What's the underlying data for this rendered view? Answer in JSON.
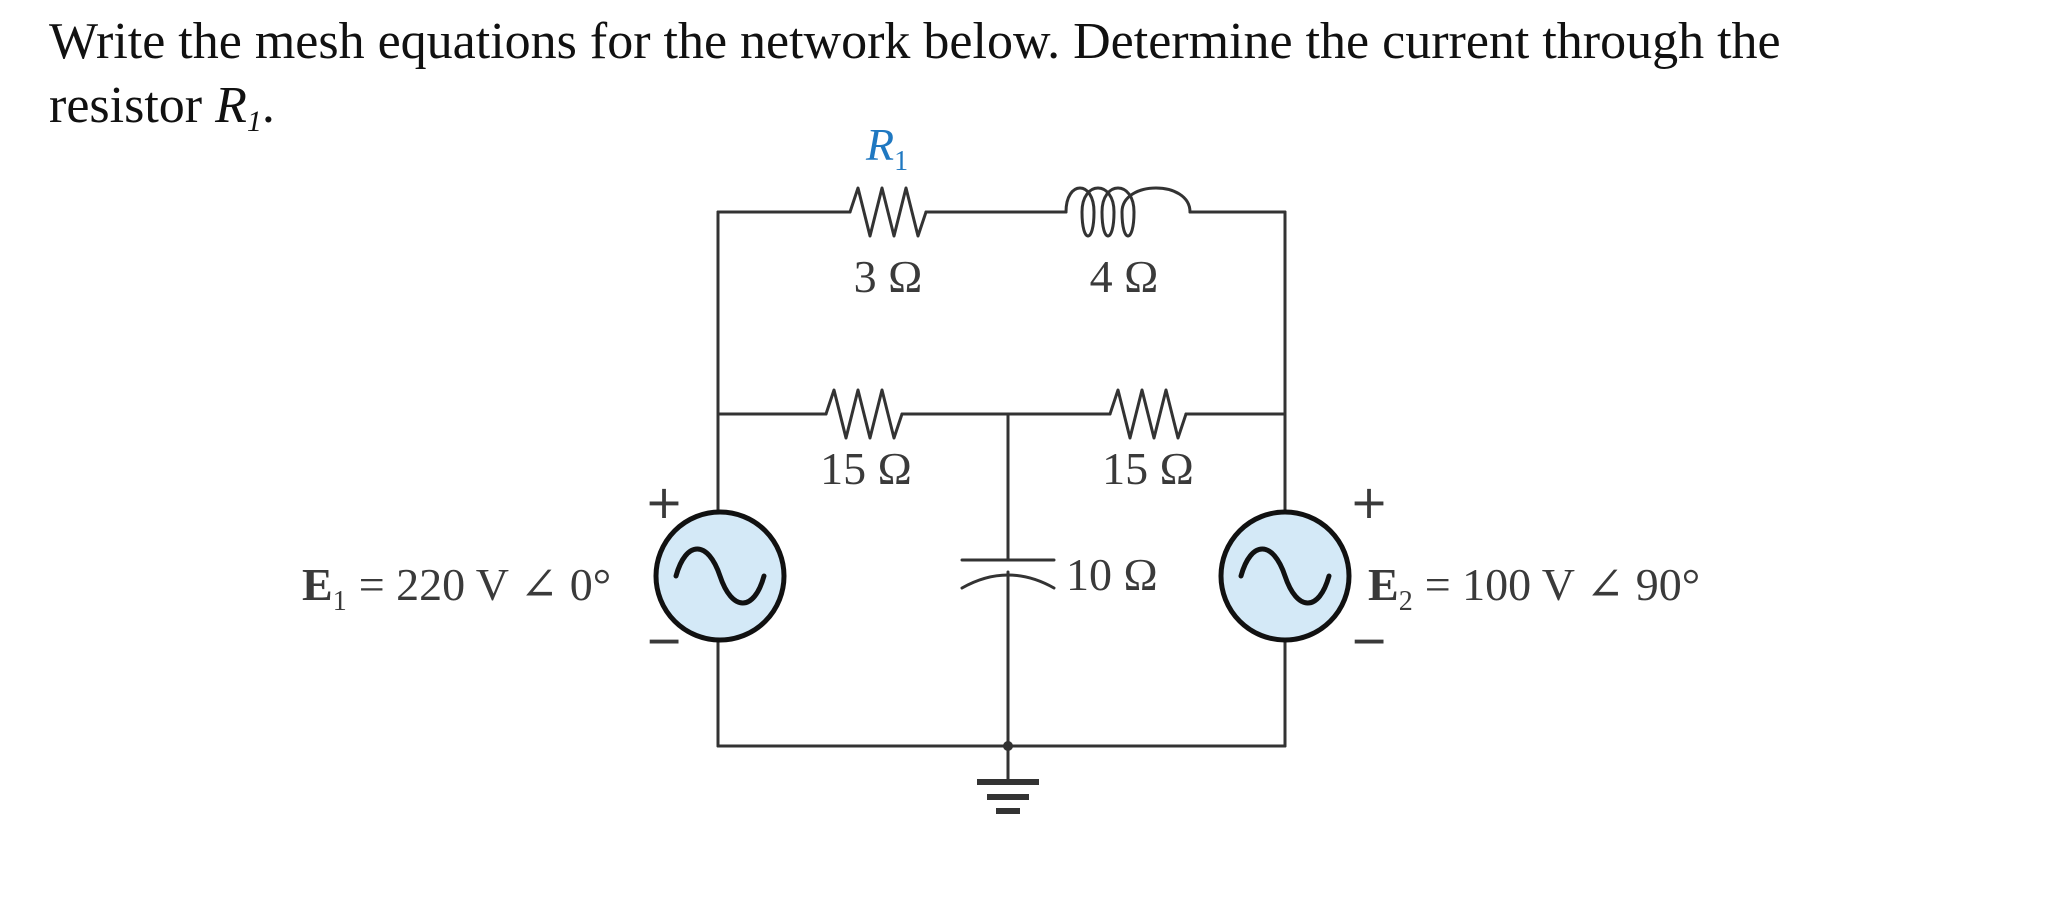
{
  "problem": {
    "text_line1": "Write the mesh equations for the network below. Determine the current through the",
    "text_line2_prefix": "resistor ",
    "resistor_symbol": "R",
    "resistor_sub": "1",
    "text_line2_suffix": "."
  },
  "circuit": {
    "r1_symbol": "R",
    "r1_sub": "1",
    "r1_value": "3 Ω",
    "inductor_value": "4 Ω",
    "mid_left_resistor_value": "15 Ω",
    "mid_right_resistor_value": "15 Ω",
    "capacitor_value": "10 Ω",
    "e1": {
      "symbol": "E",
      "sub": "1",
      "value": "= 220 V ∠ 0°",
      "plus": "+",
      "minus": "−"
    },
    "e2": {
      "symbol": "E",
      "sub": "2",
      "value": "= 100 V ∠ 90°",
      "plus": "+",
      "minus": "−"
    }
  },
  "colors": {
    "wire": "#333333",
    "source_fill": "#d4e9f7",
    "r1_label": "#1f78c1",
    "label_text": "#3a3a3a"
  }
}
